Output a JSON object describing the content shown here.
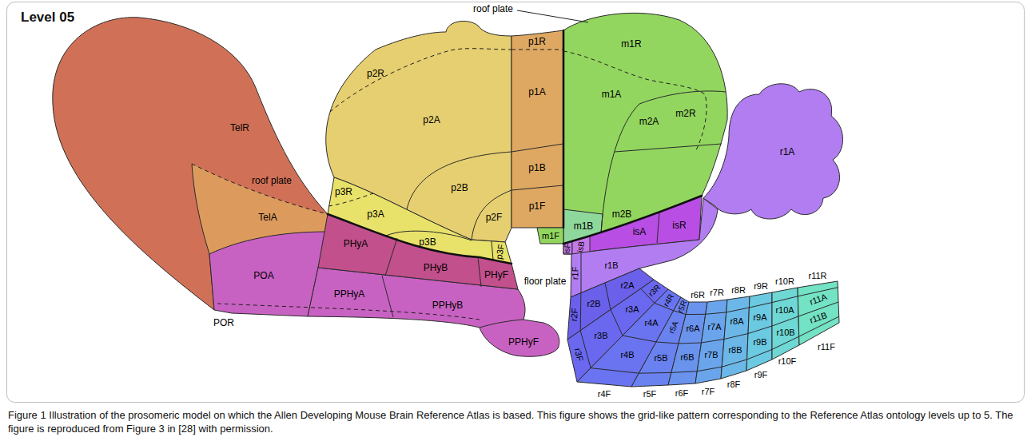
{
  "diagram": {
    "title": "Level 05",
    "caption": "Figure 1 Illustration of the prosomeric model on which the Allen Developing Mouse Brain Reference Atlas is based. This figure shows the grid-like pattern corresponding to the Reference Atlas ontology levels up to 5. The figure is reproduced from Figure 3 in [28] with permission.",
    "labels": [
      "roof plate",
      "roof plate",
      "TelR",
      "TelA",
      "POA",
      "POR",
      "PHyA",
      "PHyB",
      "PHyF",
      "PPHyA",
      "PPHyB",
      "PPHyF",
      "p3R",
      "p3A",
      "p3B",
      "p3F",
      "p2R",
      "p2A",
      "p2B",
      "p2F",
      "p1R",
      "p1A",
      "p1B",
      "p1F",
      "m1R",
      "m1A",
      "m1B",
      "m1F",
      "m2A",
      "m2R",
      "m2B",
      "isA",
      "isR",
      "isB",
      "isF",
      "floor plate",
      "r1A",
      "r1B",
      "r1F",
      "r2A",
      "r2B",
      "r2F",
      "r3R",
      "r3A",
      "r3B",
      "r3F",
      "r4R",
      "r4A",
      "r4B",
      "r4F",
      "r5R",
      "r5A",
      "r5B",
      "r5F",
      "r6R",
      "r6A",
      "r6B",
      "r6F",
      "r7R",
      "r7A",
      "r7B",
      "r7F",
      "r8R",
      "r8A",
      "r8B",
      "r8F",
      "r9R",
      "r9A",
      "r9B",
      "r9F",
      "r10R",
      "r10A",
      "r10B",
      "r10F",
      "r11R",
      "r11A",
      "r11B",
      "r11F"
    ]
  }
}
